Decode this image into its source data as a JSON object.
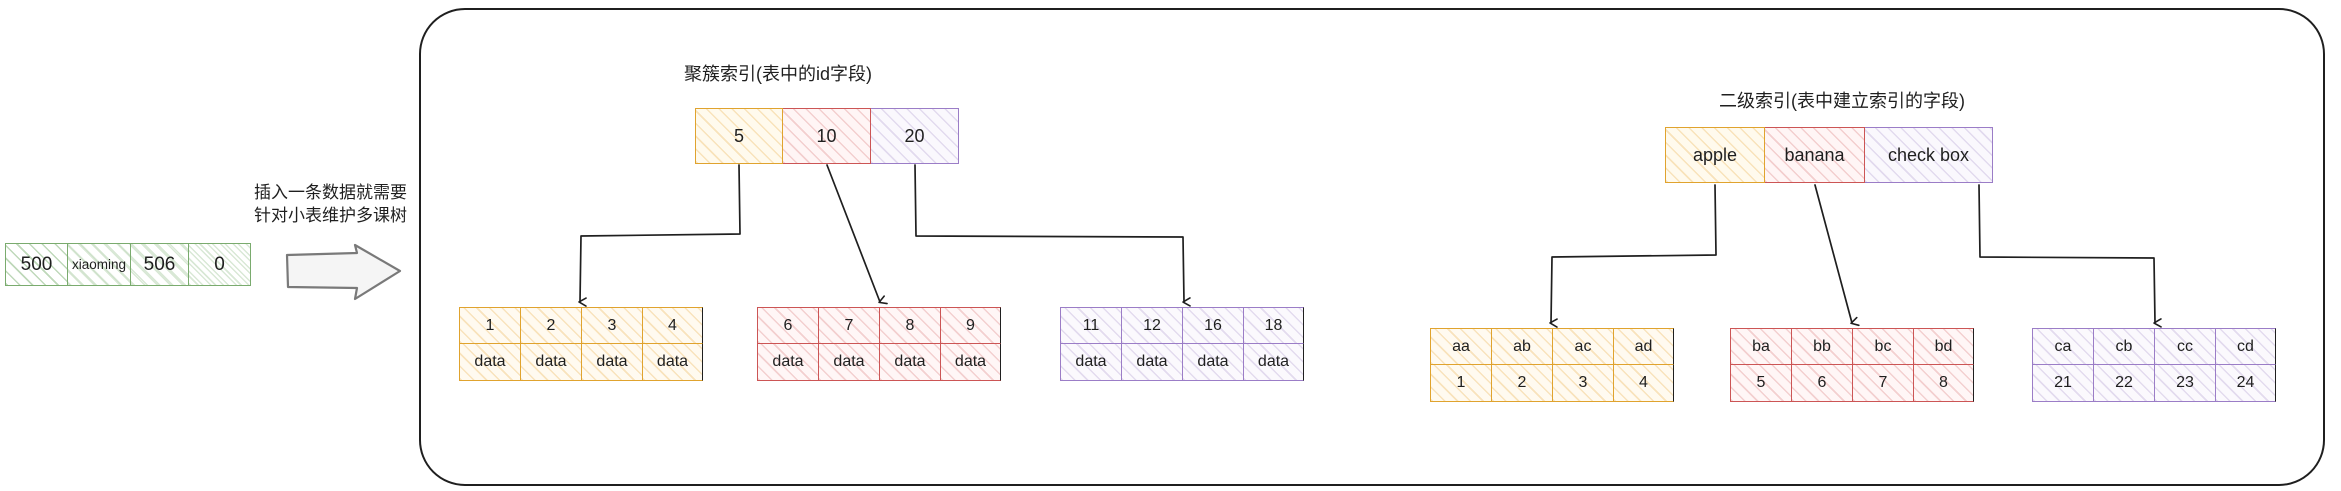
{
  "annotation": {
    "text": "插入一条数据就需要\n针对小表维护多课树"
  },
  "record_row": {
    "name": "input-record",
    "cells": [
      "500",
      "xiaoming",
      "506",
      "0"
    ]
  },
  "arrow": {
    "name": "right-block-arrow"
  },
  "colors": {
    "orange": "#e0a32e",
    "red": "#cc5555",
    "purple": "#9b7dc7",
    "green": "#7aab6e",
    "outline": "#1f1f1f",
    "gray": "#7a7a7a"
  },
  "trees": [
    {
      "id": "clustered",
      "title": "聚簇索引(表中的id字段)",
      "root": {
        "cells": [
          {
            "label": "5",
            "color": "orange"
          },
          {
            "label": "10",
            "color": "red"
          },
          {
            "label": "20",
            "color": "purple"
          }
        ]
      },
      "leaves": [
        {
          "color": "orange",
          "keys": [
            "1",
            "2",
            "3",
            "4"
          ],
          "values": [
            "data",
            "data",
            "data",
            "data"
          ]
        },
        {
          "color": "red",
          "keys": [
            "6",
            "7",
            "8",
            "9"
          ],
          "values": [
            "data",
            "data",
            "data",
            "data"
          ]
        },
        {
          "color": "purple",
          "keys": [
            "11",
            "12",
            "16",
            "18"
          ],
          "values": [
            "data",
            "data",
            "data",
            "data"
          ]
        }
      ]
    },
    {
      "id": "secondary",
      "title": "二级索引(表中建立索引的字段)",
      "root": {
        "cells": [
          {
            "label": "apple",
            "color": "orange"
          },
          {
            "label": "banana",
            "color": "red"
          },
          {
            "label": "check box",
            "color": "purple"
          }
        ]
      },
      "leaves": [
        {
          "color": "orange",
          "keys": [
            "aa",
            "ab",
            "ac",
            "ad"
          ],
          "values": [
            "1",
            "2",
            "3",
            "4"
          ]
        },
        {
          "color": "red",
          "keys": [
            "ba",
            "bb",
            "bc",
            "bd"
          ],
          "values": [
            "5",
            "6",
            "7",
            "8"
          ]
        },
        {
          "color": "purple",
          "keys": [
            "ca",
            "cb",
            "cc",
            "cd"
          ],
          "values": [
            "21",
            "22",
            "23",
            "24"
          ]
        }
      ]
    }
  ]
}
